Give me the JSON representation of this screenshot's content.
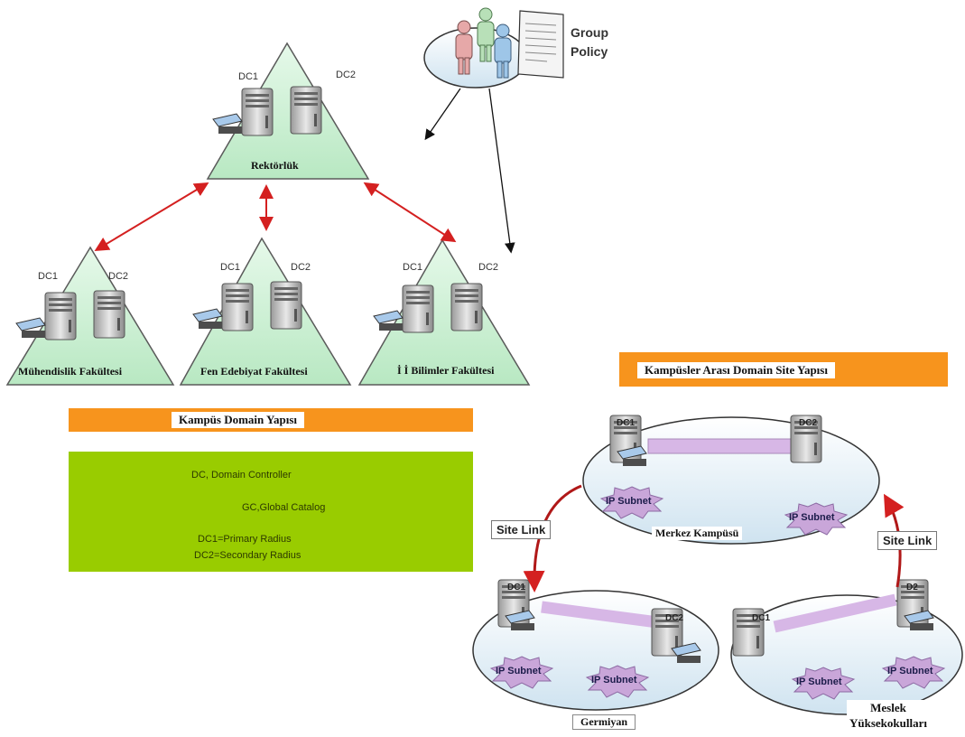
{
  "group_policy": {
    "line1": "Group",
    "line2": "Policy"
  },
  "campus_domain": {
    "bar_label": "Kampüs Domain Yapısı",
    "root": {
      "dc1": "DC1",
      "dc2": "DC2",
      "name": "Rektörlük"
    },
    "faculties": [
      {
        "dc1": "DC1",
        "dc2": "DC2",
        "name": "Mühendislik Fakültesi"
      },
      {
        "dc1": "DC1",
        "dc2": "DC2",
        "name": "Fen Edebiyat Fakültesi"
      },
      {
        "dc1": "DC1",
        "dc2": "DC2",
        "name": "İ İ Bilimler Fakültesi"
      }
    ]
  },
  "legend": {
    "line1": "DC, Domain Controller",
    "line2": "GC,Global Catalog",
    "line3": "DC1=Primary Radius",
    "line4": "DC2=Secondary Radius"
  },
  "site_structure": {
    "bar_label": "Kampüsler Arası Domain Site Yapısı",
    "site_link": "Site Link",
    "ip_subnet": "IP Subnet",
    "sites": [
      {
        "name": "Merkez Kampüsü",
        "dc_left": "DC1",
        "dc_right": "DC2"
      },
      {
        "name": "Germiyan",
        "dc_left": "DC1",
        "dc_right": "DC2"
      },
      {
        "name_line1": "Meslek",
        "name_line2": "Yüksekokulları",
        "dc_left": "DC1",
        "dc_right": "D2"
      }
    ]
  },
  "colors": {
    "triangle": "#c9f0d0",
    "arrow_red": "#d42020",
    "legend": "#99cc00",
    "orange_bar": "#f7941d",
    "ellipse": "#dcecf6",
    "subnet": "#c9a6d9",
    "link_pipe": "#d7b7e6"
  }
}
